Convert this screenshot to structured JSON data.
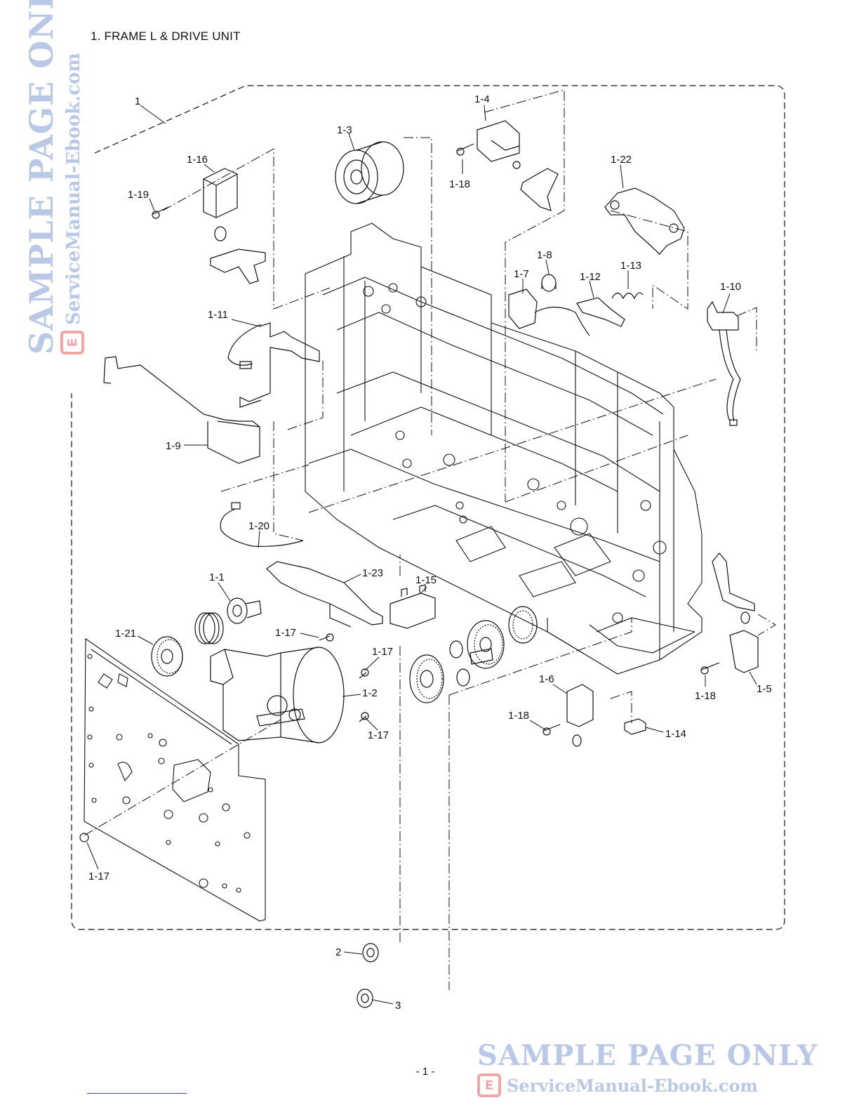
{
  "title": "1. FRAME L & DRIVE UNIT",
  "page_number": "- 1 -",
  "watermark": {
    "primary": "SAMPLE PAGE ONLY",
    "secondary": "ServiceManual-Ebook.com"
  },
  "callouts": {
    "c1": "1",
    "c2": "2",
    "c3": "3",
    "c1_1": "1-1",
    "c1_2": "1-2",
    "c1_3": "1-3",
    "c1_4": "1-4",
    "c1_5": "1-5",
    "c1_6": "1-6",
    "c1_7": "1-7",
    "c1_8": "1-8",
    "c1_9": "1-9",
    "c1_10": "1-10",
    "c1_11": "1-11",
    "c1_12": "1-12",
    "c1_13": "1-13",
    "c1_14": "1-14",
    "c1_15": "1-15",
    "c1_16": "1-16",
    "c1_17": "1-17",
    "c1_18": "1-18",
    "c1_19": "1-19",
    "c1_20": "1-20",
    "c1_21": "1-21",
    "c1_22": "1-22",
    "c1_23": "1-23"
  },
  "colors": {
    "line": "#111111",
    "watermark": "#b8c8e6",
    "badge": "#f2a5a5"
  }
}
